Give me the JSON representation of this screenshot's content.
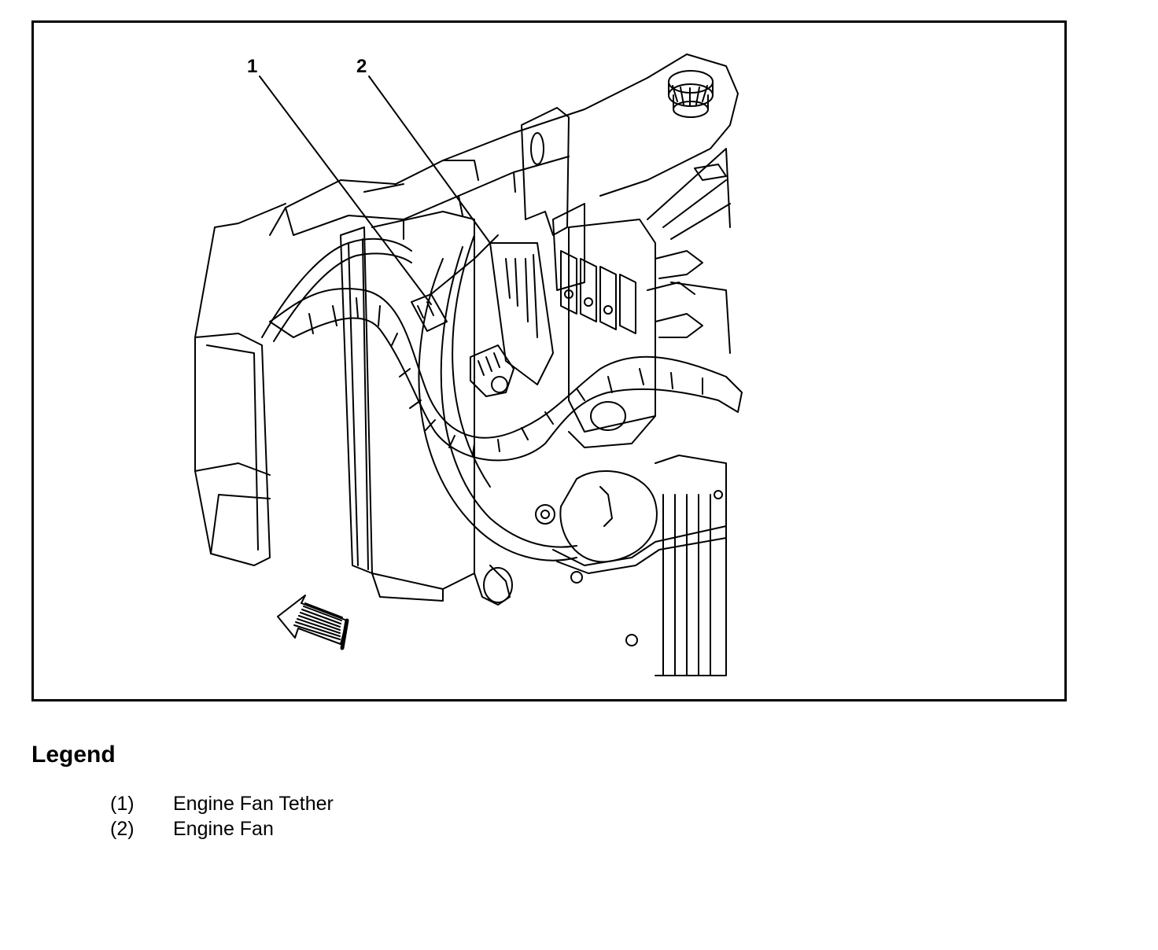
{
  "figure": {
    "callouts": [
      {
        "number": "1"
      },
      {
        "number": "2"
      }
    ]
  },
  "legend": {
    "title": "Legend",
    "items": [
      {
        "number": "(1)",
        "label": "Engine Fan Tether"
      },
      {
        "number": "(2)",
        "label": "Engine Fan"
      }
    ]
  },
  "colors": {
    "line": "#000000",
    "background": "#ffffff"
  }
}
